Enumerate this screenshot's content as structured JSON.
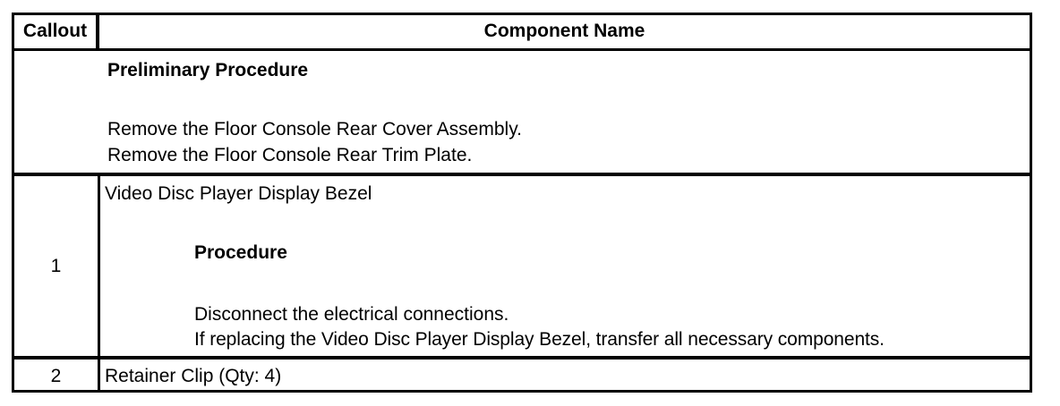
{
  "header": {
    "callout": "Callout",
    "component_name": "Component Name"
  },
  "preliminary": {
    "heading": "Preliminary Procedure",
    "steps": [
      "Remove the Floor Console Rear Cover Assembly.",
      "Remove the Floor Console Rear Trim Plate."
    ]
  },
  "rows": [
    {
      "callout": "1",
      "name": "Video Disc Player Display Bezel",
      "procedure_heading": "Procedure",
      "steps": [
        "Disconnect the electrical connections.",
        "If replacing the Video Disc Player Display Bezel, transfer all necessary components."
      ]
    },
    {
      "callout": "2",
      "name": "Retainer Clip (Qty: 4)"
    }
  ]
}
